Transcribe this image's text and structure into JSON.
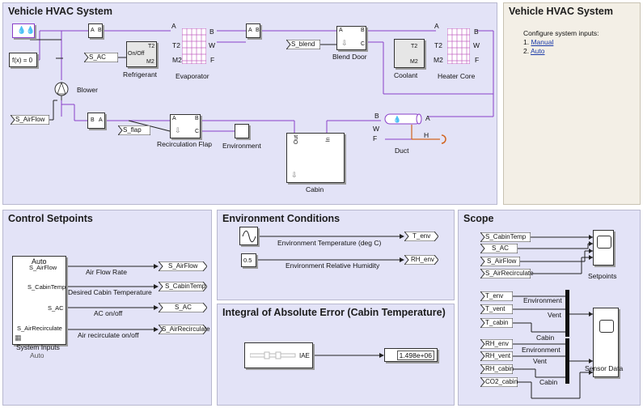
{
  "hvac": {
    "title": "Vehicle HVAC System",
    "blocks": {
      "port_ab_1": "A",
      "port_ab_1b": "B",
      "fx_label": "f(x) = 0",
      "s_ac": "S_AC",
      "refrigerant_onoff": "On/Off",
      "refrigerant_t2": "T2",
      "refrigerant_m2": "M2",
      "refrigerant_label": "Refrigerant",
      "evaporator_label": "Evaporator",
      "evap_a": "A",
      "evap_b": "B",
      "evap_t2": "T2",
      "evap_w": "W",
      "evap_m2": "M2",
      "evap_f": "F",
      "s_blend": "S_blend",
      "blend_a": "A",
      "blend_b": "B",
      "blend_c": "C",
      "blend_label": "Blend Door",
      "coolant_t2": "T2",
      "coolant_m2": "M2",
      "coolant_label": "Coolant",
      "heater_a": "A",
      "heater_b": "B",
      "heater_t2": "T2",
      "heater_w": "W",
      "heater_m2": "M2",
      "heater_f": "F",
      "heater_label": "Heater Core",
      "blower_label": "Blower",
      "s_airflow": "S_AirFlow",
      "port_ba_b": "B",
      "port_ba_a": "A",
      "s_flap": "S_flap",
      "recirc_a": "A",
      "recirc_b": "B",
      "recirc_c": "C",
      "recirc_label": "Recirculation Flap",
      "environment_label": "Environment",
      "cabin_out": "Out",
      "cabin_in": "In",
      "cabin_label": "Cabin",
      "duct_b": "B",
      "duct_a": "A",
      "duct_w": "W",
      "duct_f": "F",
      "duct_h": "H",
      "duct_label": "Duct"
    }
  },
  "info": {
    "title": "Vehicle HVAC System",
    "text": "Configure system inputs:",
    "links": [
      {
        "num": "1.",
        "label": "Manual"
      },
      {
        "num": "2.",
        "label": "Auto"
      }
    ]
  },
  "control": {
    "title": "Control Setpoints",
    "subsystem_title": "Auto",
    "subsystem_label": "System Inputs",
    "subsystem_sublabel": "Auto",
    "ports": [
      "S_AirFlow",
      "S_CabinTemp",
      "S_AC",
      "S_AirRecirculate"
    ],
    "signals": [
      "Air Flow Rate",
      "Desired Cabin Temperature",
      "AC on/off",
      "Air recirculate on/off"
    ],
    "goto": [
      "S_AirFlow",
      "S_CabinTemp",
      "S_AC",
      "S_AirRecirculate"
    ]
  },
  "env": {
    "title": "Environment Conditions",
    "temp_label": "Environment Temperature (deg C)",
    "temp_tag": "T_env",
    "const_value": "0.5",
    "humidity_label": "Environment Relative Humidity",
    "humidity_tag": "RH_env"
  },
  "iae": {
    "title": "Integral of Absolute Error (Cabin Temperature)",
    "block_label": "IAE",
    "display_value": "1.498e+06"
  },
  "scope": {
    "title": "Scope",
    "setpoint_tags": [
      "S_CabinTemp",
      "S_AC",
      "S_AirFlow",
      "S_AirRecirculate"
    ],
    "setpoints_label": "Setpoints",
    "temp_tags": [
      "T_env",
      "T_vent",
      "T_cabin"
    ],
    "temp_signals": [
      "Environment",
      "Vent",
      "Cabin"
    ],
    "rh_tags": [
      "RH_env",
      "RH_vent",
      "RH_cabin"
    ],
    "rh_signals": [
      "Environment",
      "Vent",
      "Cabin"
    ],
    "co2_tag": "CO2_cabin",
    "sensor_label": "Sensor Data"
  }
}
